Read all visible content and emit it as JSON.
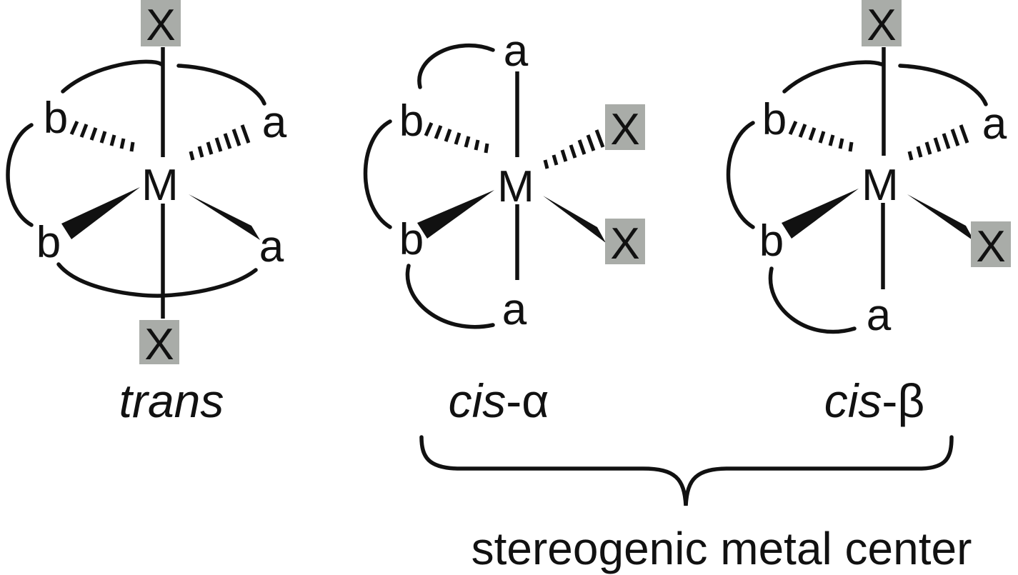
{
  "figure": {
    "atoms": {
      "metal": "M",
      "ligand_a": "a",
      "ligand_b": "b",
      "ligand_x": "X"
    },
    "isomers": [
      {
        "id": "trans",
        "label": "trans",
        "label_suffix": ""
      },
      {
        "id": "cis-alpha",
        "label": "cis",
        "label_suffix": "-α"
      },
      {
        "id": "cis-beta",
        "label": "cis",
        "label_suffix": "-β"
      }
    ],
    "brace_caption": "stereogenic metal center",
    "colors": {
      "x_highlight": "#a9aca8",
      "ink": "#111111"
    }
  }
}
